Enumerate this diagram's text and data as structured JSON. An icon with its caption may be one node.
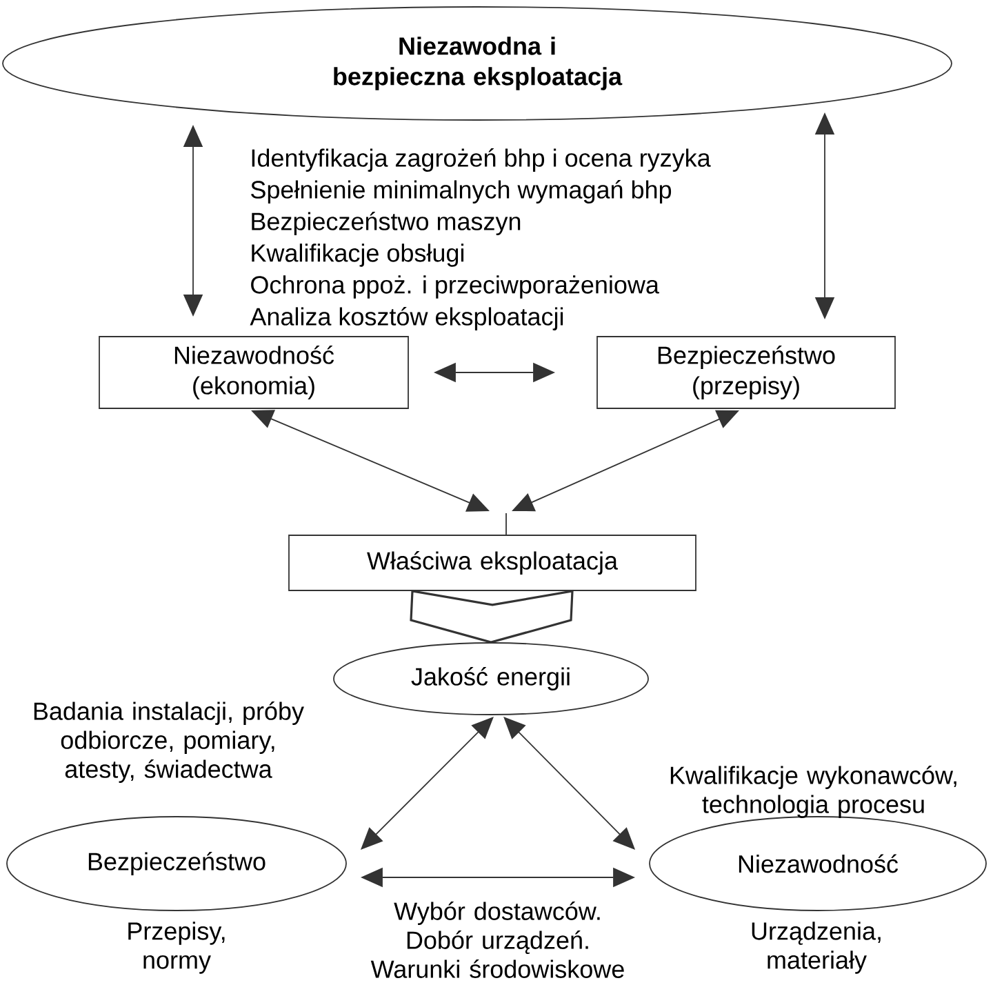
{
  "diagram": {
    "nodes": [
      {
        "text": [
          "Niezawodna i bezpieczna eksploatacja"
        ]
      },
      {
        "text": [
          "Niezawodność (ekonomia)"
        ]
      },
      {
        "text": [
          "Bezpieczeństwo (przepisy)"
        ]
      },
      {
        "text": [
          "Właściwa eksploatacja"
        ]
      },
      {
        "text": [
          "Jakość energii"
        ]
      },
      {
        "text": [
          "Bezpieczeństwo"
        ]
      },
      {
        "text": [
          "Niezawodność"
        ]
      }
    ],
    "edges": [
      {
        "from": 1,
        "to": 0,
        "arrow": "both"
      },
      {
        "from": 2,
        "to": 0,
        "arrow": "both"
      },
      {
        "from": 1,
        "to": 2,
        "arrow": "both"
      },
      {
        "from": 1,
        "to": 3,
        "arrow": "both"
      },
      {
        "from": 2,
        "to": 3,
        "arrow": "both"
      },
      {
        "from": 3,
        "to": 4,
        "arrow": "to",
        "style": "thick"
      },
      {
        "from": 4,
        "to": 5,
        "arrow": "both"
      },
      {
        "from": 4,
        "to": 6,
        "arrow": "both"
      },
      {
        "from": 5,
        "to": 6,
        "arrow": "both",
        "label": "Wybór dostawców. Dobór urządzeń. Warunki środowiskowe"
      }
    ],
    "labels": [
      "Identyfikacja zagrożeń bhp i ocena ryzyka",
      "Spełnienie minimalnych wymagań bhp",
      "Bezpieczeństwo maszyn",
      "Kwalifikacje obsługi",
      "Ochrona ppoż. i przeciwporażeniowa",
      "Analiza kosztów eksploatacji",
      "Badania instalacji, próby odbiorcze, pomiary, atesty, świadectwa",
      "Kwalifikacje wykonawców, technologia procesu",
      "Przepisy, normy",
      "Urządzenia, materiały"
    ]
  }
}
